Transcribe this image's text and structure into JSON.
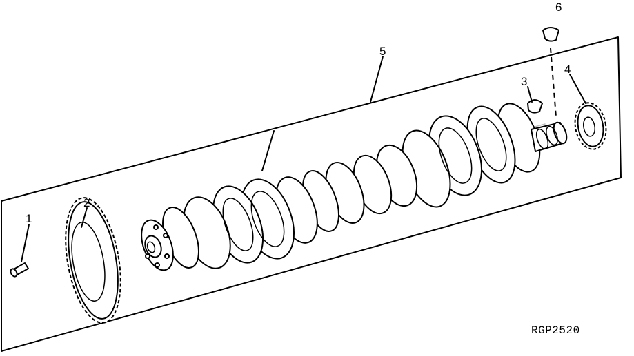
{
  "callouts": [
    {
      "id": "1",
      "label": "1"
    },
    {
      "id": "2",
      "label": "2"
    },
    {
      "id": "3",
      "label": "3"
    },
    {
      "id": "4",
      "label": "4"
    },
    {
      "id": "5",
      "label": "5"
    },
    {
      "id": "6",
      "label": "6"
    }
  ],
  "figure_code": "RGP2520"
}
